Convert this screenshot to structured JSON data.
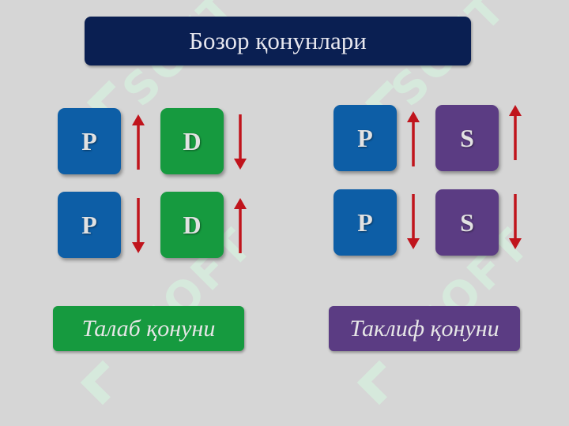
{
  "title": "Бозор қонунлари",
  "demand": {
    "rows": [
      {
        "left": "P",
        "left_arrow": "up",
        "right": "D",
        "right_arrow": "down"
      },
      {
        "left": "P",
        "left_arrow": "down",
        "right": "D",
        "right_arrow": "up"
      }
    ],
    "law_label": "Талаб қонуни"
  },
  "supply": {
    "rows": [
      {
        "left": "P",
        "left_arrow": "up",
        "right": "S",
        "right_arrow": "up"
      },
      {
        "left": "P",
        "left_arrow": "down",
        "right": "S",
        "right_arrow": "down"
      }
    ],
    "law_label": "Таклиф қонуни"
  },
  "watermark": "SOFT",
  "colors": {
    "background": "#d6d6d6",
    "title_bg": "#0a1f52",
    "price_box": "#0d5ea6",
    "demand_box": "#169a3f",
    "supply_box": "#5b3c83",
    "arrow": "#c0141c"
  }
}
